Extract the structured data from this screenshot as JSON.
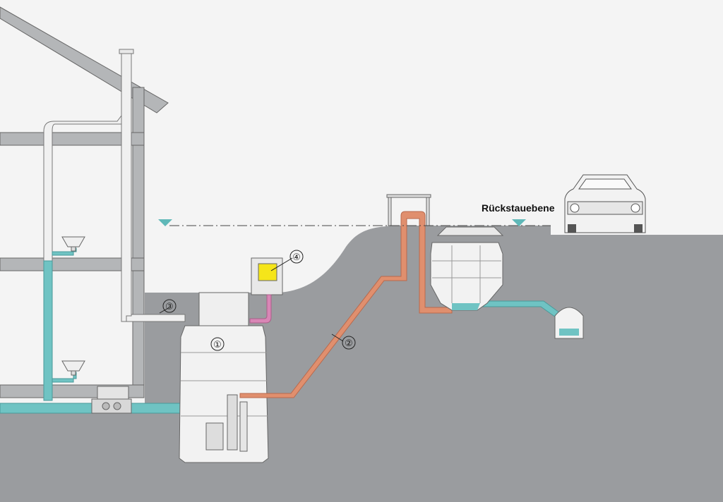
{
  "labels": {
    "backflow_level": "Rückstauebene"
  },
  "callouts": [
    {
      "id": "1",
      "text": "①"
    },
    {
      "id": "2",
      "text": "②"
    },
    {
      "id": "3",
      "text": "③"
    },
    {
      "id": "4",
      "text": "④"
    }
  ],
  "colors": {
    "background": "#f4f4f4",
    "ground": "#9a9c9f",
    "house_structure": "#b4b6b8",
    "wastewater_pipe": "#6fc3c3",
    "pressure_pipe": "#e08f6e",
    "vent_pipe": "#f0f0f0",
    "control_cable": "#d986b6",
    "control_box": "#f5e51a",
    "water_marker": "#5fb8b8"
  },
  "icons": [
    "water-level-marker-icon",
    "car-icon",
    "sink-icon",
    "lifting-station-icon",
    "control-box-icon"
  ]
}
